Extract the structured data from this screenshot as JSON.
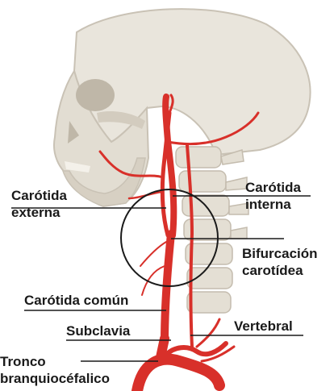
{
  "colors": {
    "artery": "#d8302a",
    "artery_dark": "#a81f1a",
    "bone": "#e9e5dc",
    "bone_shade": "#c9c2b5",
    "leader_line": "#1a1a1a",
    "text": "#1a1a1a"
  },
  "labels": {
    "carotida_externa": "Carótida\nexterna",
    "carotida_interna": "Carótida\ninterna",
    "bifurcacion": "Bifurcación\ncarotídea",
    "carotida_comun": "Carótida común",
    "subclavia": "Subclavia",
    "vertebral": "Vertebral",
    "tronco": "Tronco\nbranquiocéfalico"
  },
  "icons": {
    "highlight": "circle-highlight-icon",
    "skull": "skull-illustration"
  }
}
